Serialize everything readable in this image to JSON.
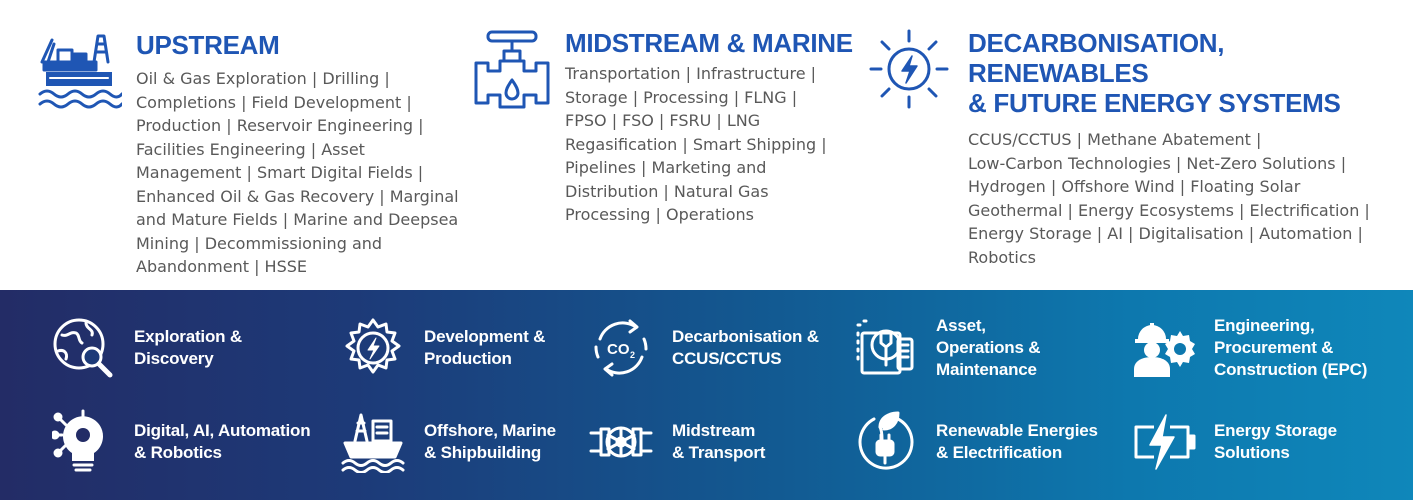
{
  "sectors": [
    {
      "title": "UPSTREAM",
      "icon": "oil-rig-icon",
      "lines": [
        "Oil & Gas Exploration | Drilling |",
        "Completions | Field Development |",
        "Production | Reservoir Engineering |",
        "Facilities Engineering | Asset",
        "Management | Smart Digital Fields |",
        "Enhanced Oil & Gas Recovery | Marginal",
        "and Mature Fields | Marine and Deepsea",
        "Mining | Decommissioning and",
        "Abandonment | HSSE"
      ]
    },
    {
      "title": "MIDSTREAM & MARINE",
      "icon": "pipeline-valve-icon",
      "lines": [
        "Transportation | Infrastructure |",
        "Storage | Processing | FLNG |",
        "FPSO | FSO | FSRU | LNG",
        "Regasification | Smart Shipping |",
        "Pipelines | Marketing and",
        "Distribution | Natural Gas",
        "Processing | Operations"
      ]
    },
    {
      "title_lines": [
        "DECARBONISATION, RENEWABLES",
        "& FUTURE ENERGY SYSTEMS"
      ],
      "icon": "energy-bolt-icon",
      "lines": [
        "CCUS/CCTUS | Methane Abatement |",
        "Low-Carbon Technologies | Net-Zero Solutions |",
        "Hydrogen | Offshore Wind | Floating Solar",
        "Geothermal | Energy  Ecosystems | Electrification |",
        "Energy Storage | AI | Digitalisation | Automation |",
        "Robotics"
      ]
    }
  ],
  "tiles": [
    {
      "lines": [
        "Exploration &",
        "Discovery"
      ],
      "icon": "globe-magnifier-icon"
    },
    {
      "lines": [
        "Development &",
        "Production"
      ],
      "icon": "gear-bolt-icon"
    },
    {
      "lines": [
        "Decarbonisation &",
        "CCUS/CCTUS"
      ],
      "icon": "co2-recycle-icon",
      "icon_text": "CO",
      "icon_sub": "2"
    },
    {
      "lines": [
        "Asset,",
        "Operations &",
        "Maintenance"
      ],
      "icon": "gear-wrench-icon"
    },
    {
      "lines": [
        "Engineering,",
        "Procurement &",
        "Construction (EPC)"
      ],
      "icon": "engineer-gear-icon"
    },
    {
      "lines": [
        "Digital, AI, Automation",
        "& Robotics"
      ],
      "icon": "ai-lightbulb-icon"
    },
    {
      "lines": [
        "Offshore, Marine",
        "& Shipbuilding"
      ],
      "icon": "offshore-ship-icon"
    },
    {
      "lines": [
        "Midstream",
        "& Transport"
      ],
      "icon": "pipeline-wheel-icon"
    },
    {
      "lines": [
        "Renewable Energies",
        "& Electrification"
      ],
      "icon": "leaf-plug-icon"
    },
    {
      "lines": [
        "Energy Storage",
        "Solutions"
      ],
      "icon": "battery-bolt-icon"
    }
  ],
  "colors": {
    "heading_blue": "#1f56b4",
    "body_gray": "#595959",
    "band_left": "#232c66",
    "band_right": "#0f87ba"
  }
}
